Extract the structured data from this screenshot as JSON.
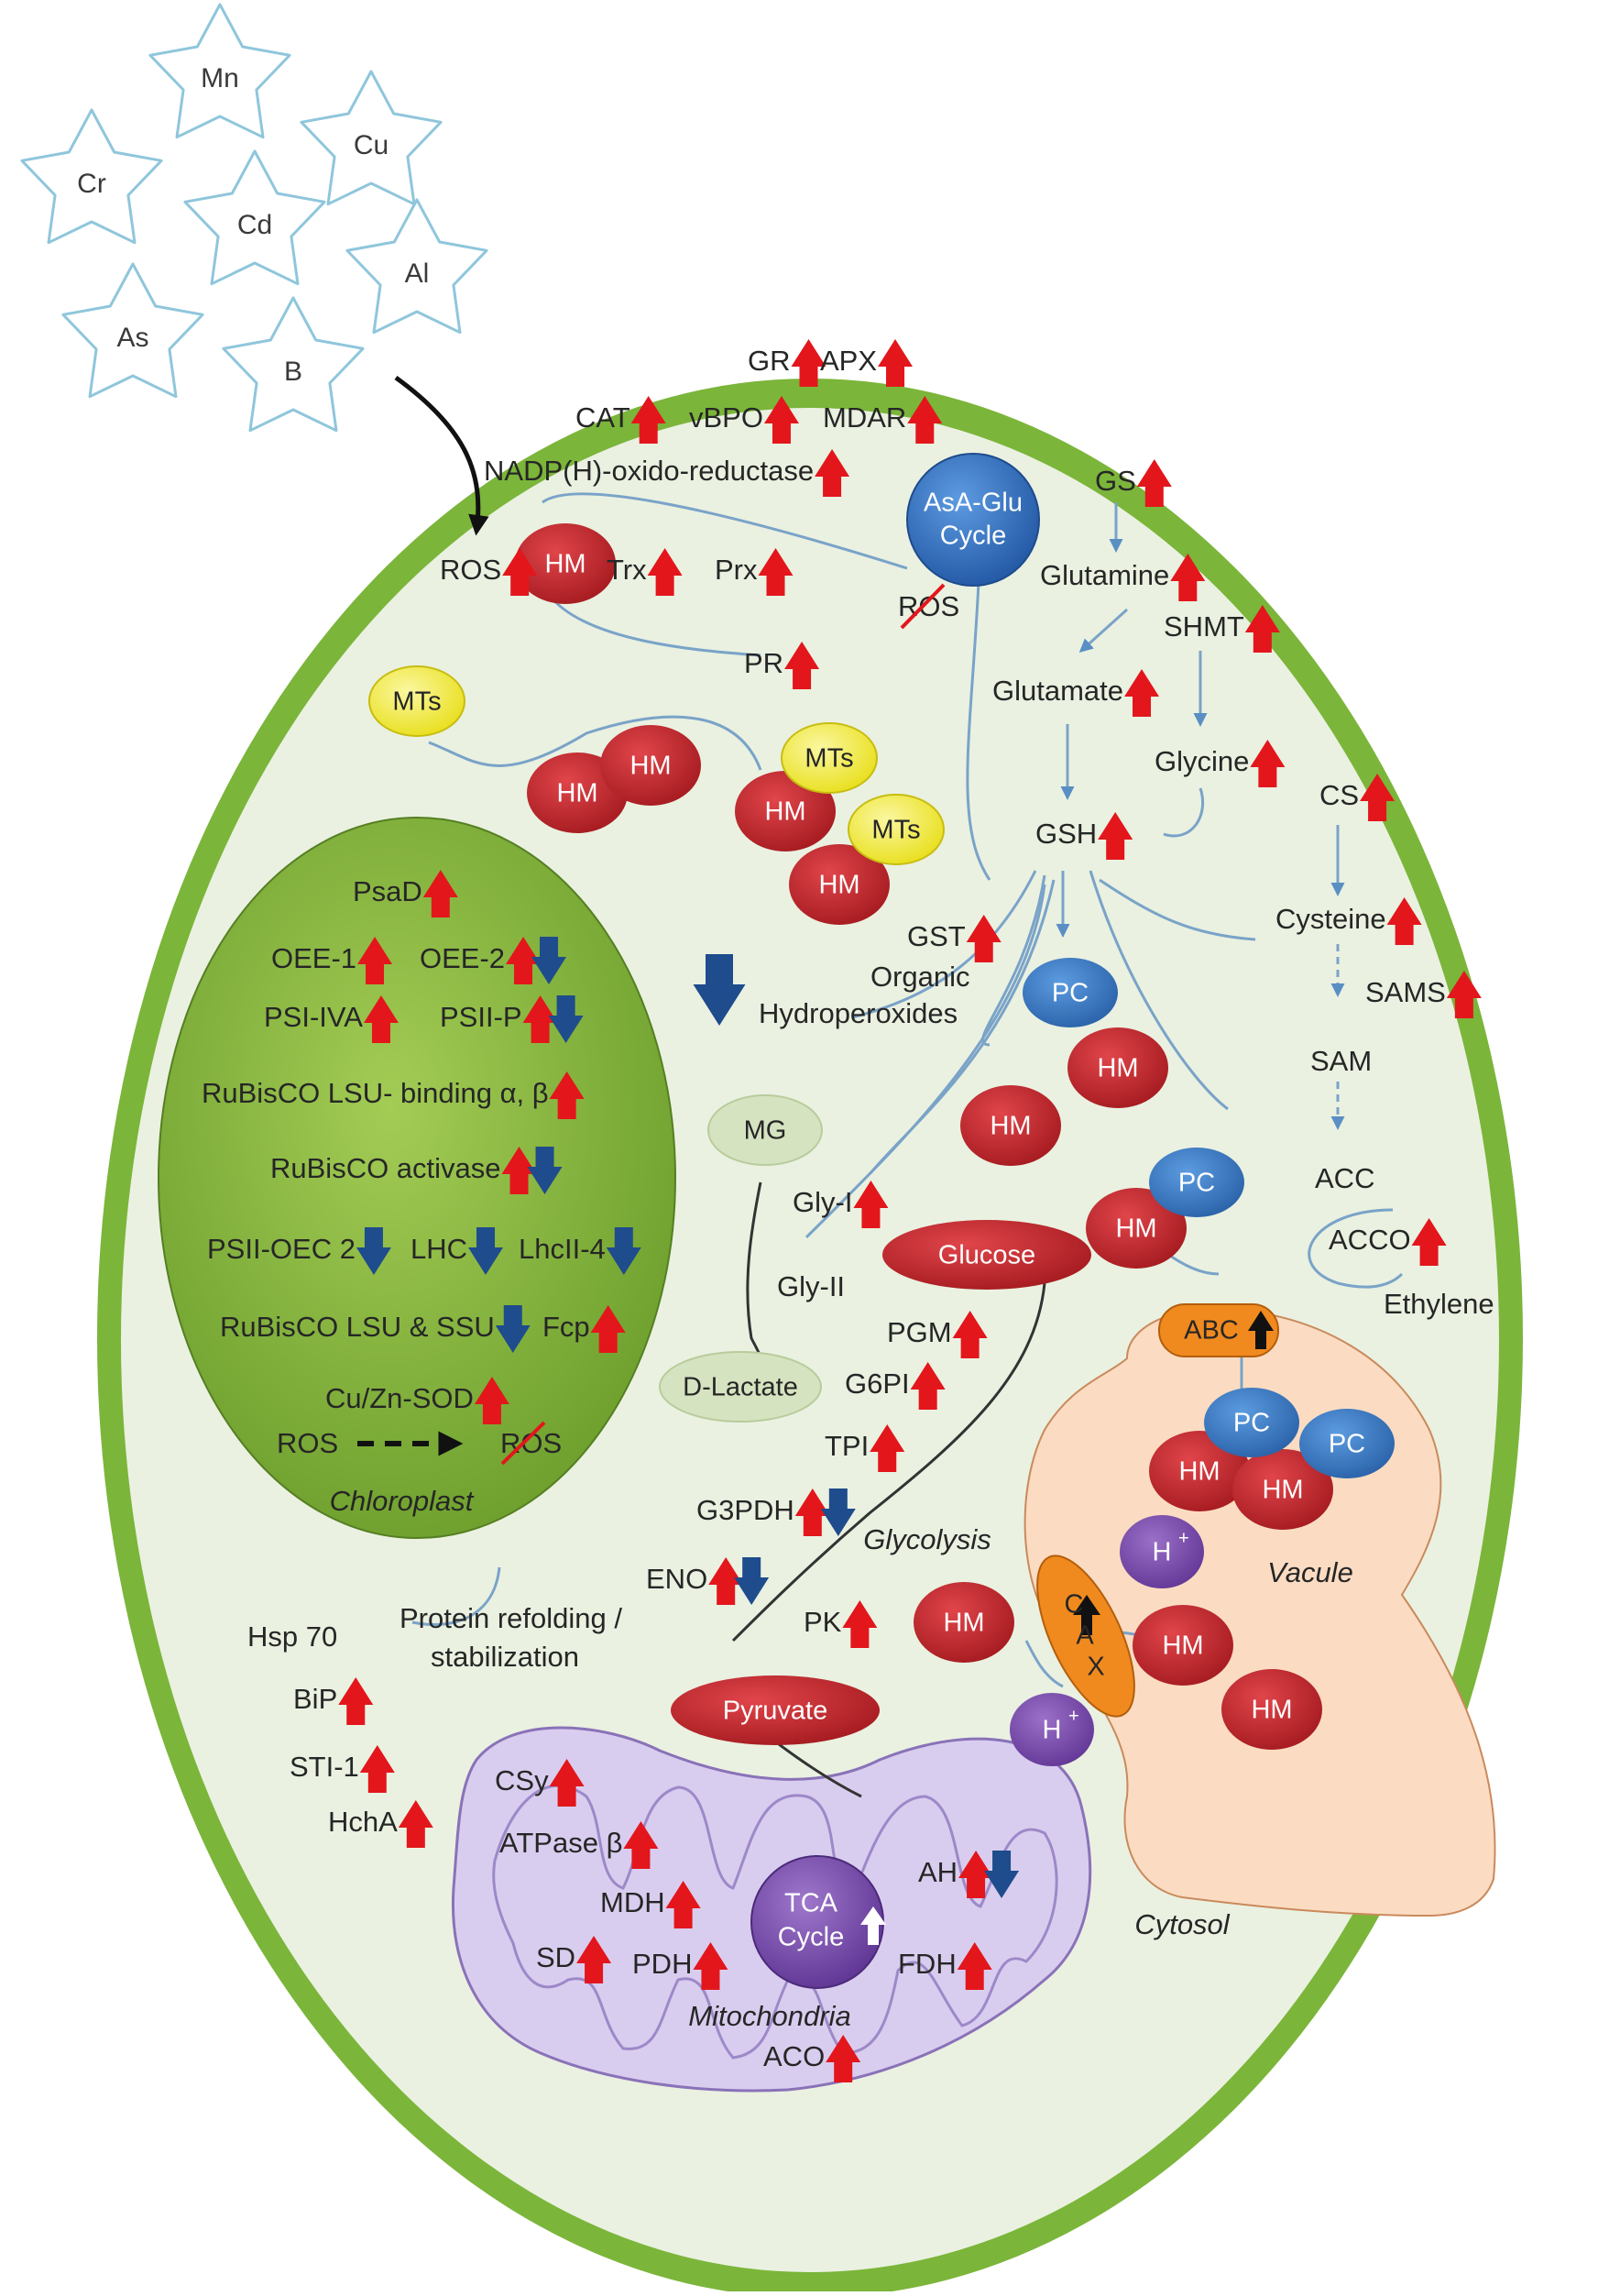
{
  "colors": {
    "cell_wall": "#7bb53a",
    "cytosol": "#eaf1e1",
    "chloroplast": "#8cbd42",
    "vacuole": "#fbdcc2",
    "mitochondria": "#d9cdef",
    "hm": "#c9262c",
    "mts": "#f4ee3a",
    "pc": "#3d7fc8",
    "h_ion": "#7d4fb0",
    "cax": "#f08a1f",
    "up": "#e3161c",
    "down": "#1e4c8c"
  },
  "metals": [
    "Mn",
    "Cu",
    "Cr",
    "Cd",
    "Al",
    "As",
    "B"
  ],
  "compartments": {
    "chloroplast": "Chloroplast",
    "vacuole": "Vacule",
    "mitochondria": "Mitochondria",
    "cytosol": "Cytosol",
    "glycolysis": "Glycolysis"
  },
  "nodes": {
    "asa_line1": "AsA-Glu",
    "asa_line2": "Cycle",
    "tca_line1": "TCA",
    "tca_line2": "Cycle",
    "glucose": "Glucose",
    "pyruvate": "Pyruvate",
    "mg": "MG",
    "d_lactate": "D-Lactate",
    "abc": "ABC",
    "cax": "CAX",
    "hm": "HM",
    "mts": "MTs",
    "pc": "PC",
    "h_ion": "H",
    "h_sup": "+"
  },
  "labels": {
    "gr": "GR",
    "apx": "APX",
    "cat": "CAT",
    "vbpo": "vBPO",
    "mdar": "MDAR",
    "nadph": "NADP(H)-oxido-reductase",
    "ros": "ROS",
    "ros_crossed": "ROS",
    "trx": "Trx",
    "prx": "Prx",
    "pr": "PR",
    "gs": "GS",
    "glutamine": "Glutamine",
    "shmt": "SHMT",
    "glutamate": "Glutamate",
    "glycine": "Glycine",
    "cs": "CS",
    "gsh": "GSH",
    "cysteine": "Cysteine",
    "gst": "GST",
    "organic1": "Organic",
    "organic2": "Hydroperoxides",
    "sams": "SAMS",
    "sam": "SAM",
    "acc": "ACC",
    "acco": "ACCO",
    "ethylene": "Ethylene",
    "gly1": "Gly-I",
    "gly2": "Gly-II",
    "pgm": "PGM",
    "g6pi": "G6PI",
    "tpi": "TPI",
    "g3pdh": "G3PDH",
    "eno": "ENO",
    "pk": "PK",
    "hsp70": "Hsp 70",
    "bip": "BiP",
    "sti1": "STI-1",
    "hcha": "HchA",
    "refold1": "Protein refolding /",
    "refold2": "stabilization",
    "psad": "PsaD",
    "oee1": "OEE-1",
    "oee2": "OEE-2",
    "psiiva": "PSI-IVA",
    "psiip": "PSII-P",
    "rubisco_bind": "RuBisCO LSU- binding α, β",
    "rubisco_act": "RuBisCO activase",
    "psii_oec": "PSII-OEC 2",
    "lhc": "LHC",
    "lhcii4": "LhcII-4",
    "rubisco_lsu": "RuBisCO LSU & SSU",
    "fcp": "Fcp",
    "cuznsod": "Cu/Zn-SOD",
    "ros_chl": "ROS",
    "ros_chl_crossed": "ROS",
    "csy": "CSy",
    "atpase": "ATPase β",
    "mdh": "MDH",
    "ah": "AH",
    "sd": "SD",
    "pdh": "PDH",
    "fdh": "FDH",
    "aco": "ACO"
  }
}
